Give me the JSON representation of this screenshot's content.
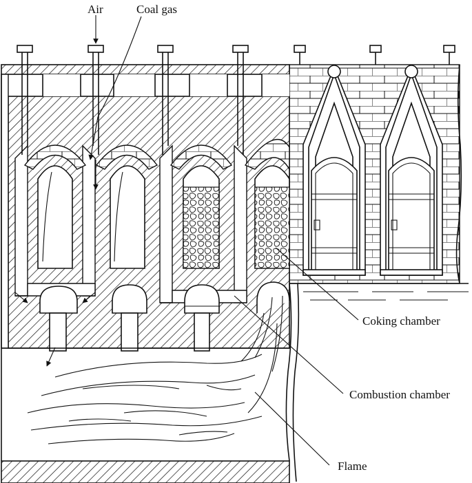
{
  "labels": {
    "air": "Air",
    "coal_gas": "Coal gas",
    "coking_chamber": "Coking chamber",
    "combustion_chamber": "Combustion chamber",
    "flame": "Flame"
  },
  "colors": {
    "ink": "#111111",
    "background": "#ffffff"
  }
}
